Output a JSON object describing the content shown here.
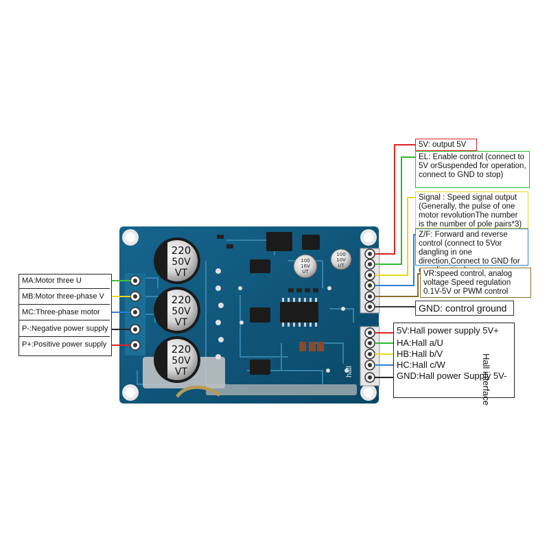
{
  "motor_labels": [
    {
      "text": "MA:Motor three U",
      "wire_color": "#3cc43c"
    },
    {
      "text": "MB:Motor three-phase V",
      "wire_color": "#e6d81c"
    },
    {
      "text": "MC:Three-phase motor",
      "wire_color": "#2f7fd6"
    },
    {
      "text": "P-:Negative power supply",
      "wire_color": "#222222"
    },
    {
      "text": "P+:Positive power supply",
      "wire_color": "#e02020"
    }
  ],
  "control_labels": [
    {
      "text": "5V: output 5V",
      "color": "#e02020"
    },
    {
      "text": "EL: Enable control (connect to 5V orSuspended for operation, connect to GND to stop)",
      "color": "#2eb82e"
    },
    {
      "text": "Signal : Speed signal output (Generally, the pulse of one motor revolutionThe number is the number of pole pairs*3)",
      "color": "#e6d81c"
    },
    {
      "text": "Z/F: Forward and reverse control (connect to 5Vor dangling in one direction,Connect to GND for one direction)",
      "color": "#2f7fd6"
    },
    {
      "text": "VR:speed control, analog voltage Speed regulation 0.1V-5V or PWM control",
      "color": "#8a6a2a"
    },
    {
      "text": "GND: control ground",
      "color": "#333333"
    }
  ],
  "hall_labels": [
    {
      "text": "5V:Hall power supply 5V+",
      "wire_color": "#e02020"
    },
    {
      "text": "HA:Hall a/U",
      "wire_color": "#2eb82e"
    },
    {
      "text": "HB:Hall b/V",
      "wire_color": "#e6d81c"
    },
    {
      "text": "HC:Hall c/W",
      "wire_color": "#2f7fd6"
    },
    {
      "text": "GND:Hall power Supply 5V-",
      "wire_color": "#222222"
    }
  ],
  "hall_interface_title": "Hall interface",
  "board": {
    "capacitor_text": [
      "220",
      "50V",
      "VT"
    ],
    "small_cap_text": [
      "100",
      "16V",
      "UT"
    ],
    "small_cap2_text": [
      "100",
      "10V",
      "UT"
    ],
    "silk_hall": "hall",
    "board_color": "#0f5a80"
  }
}
